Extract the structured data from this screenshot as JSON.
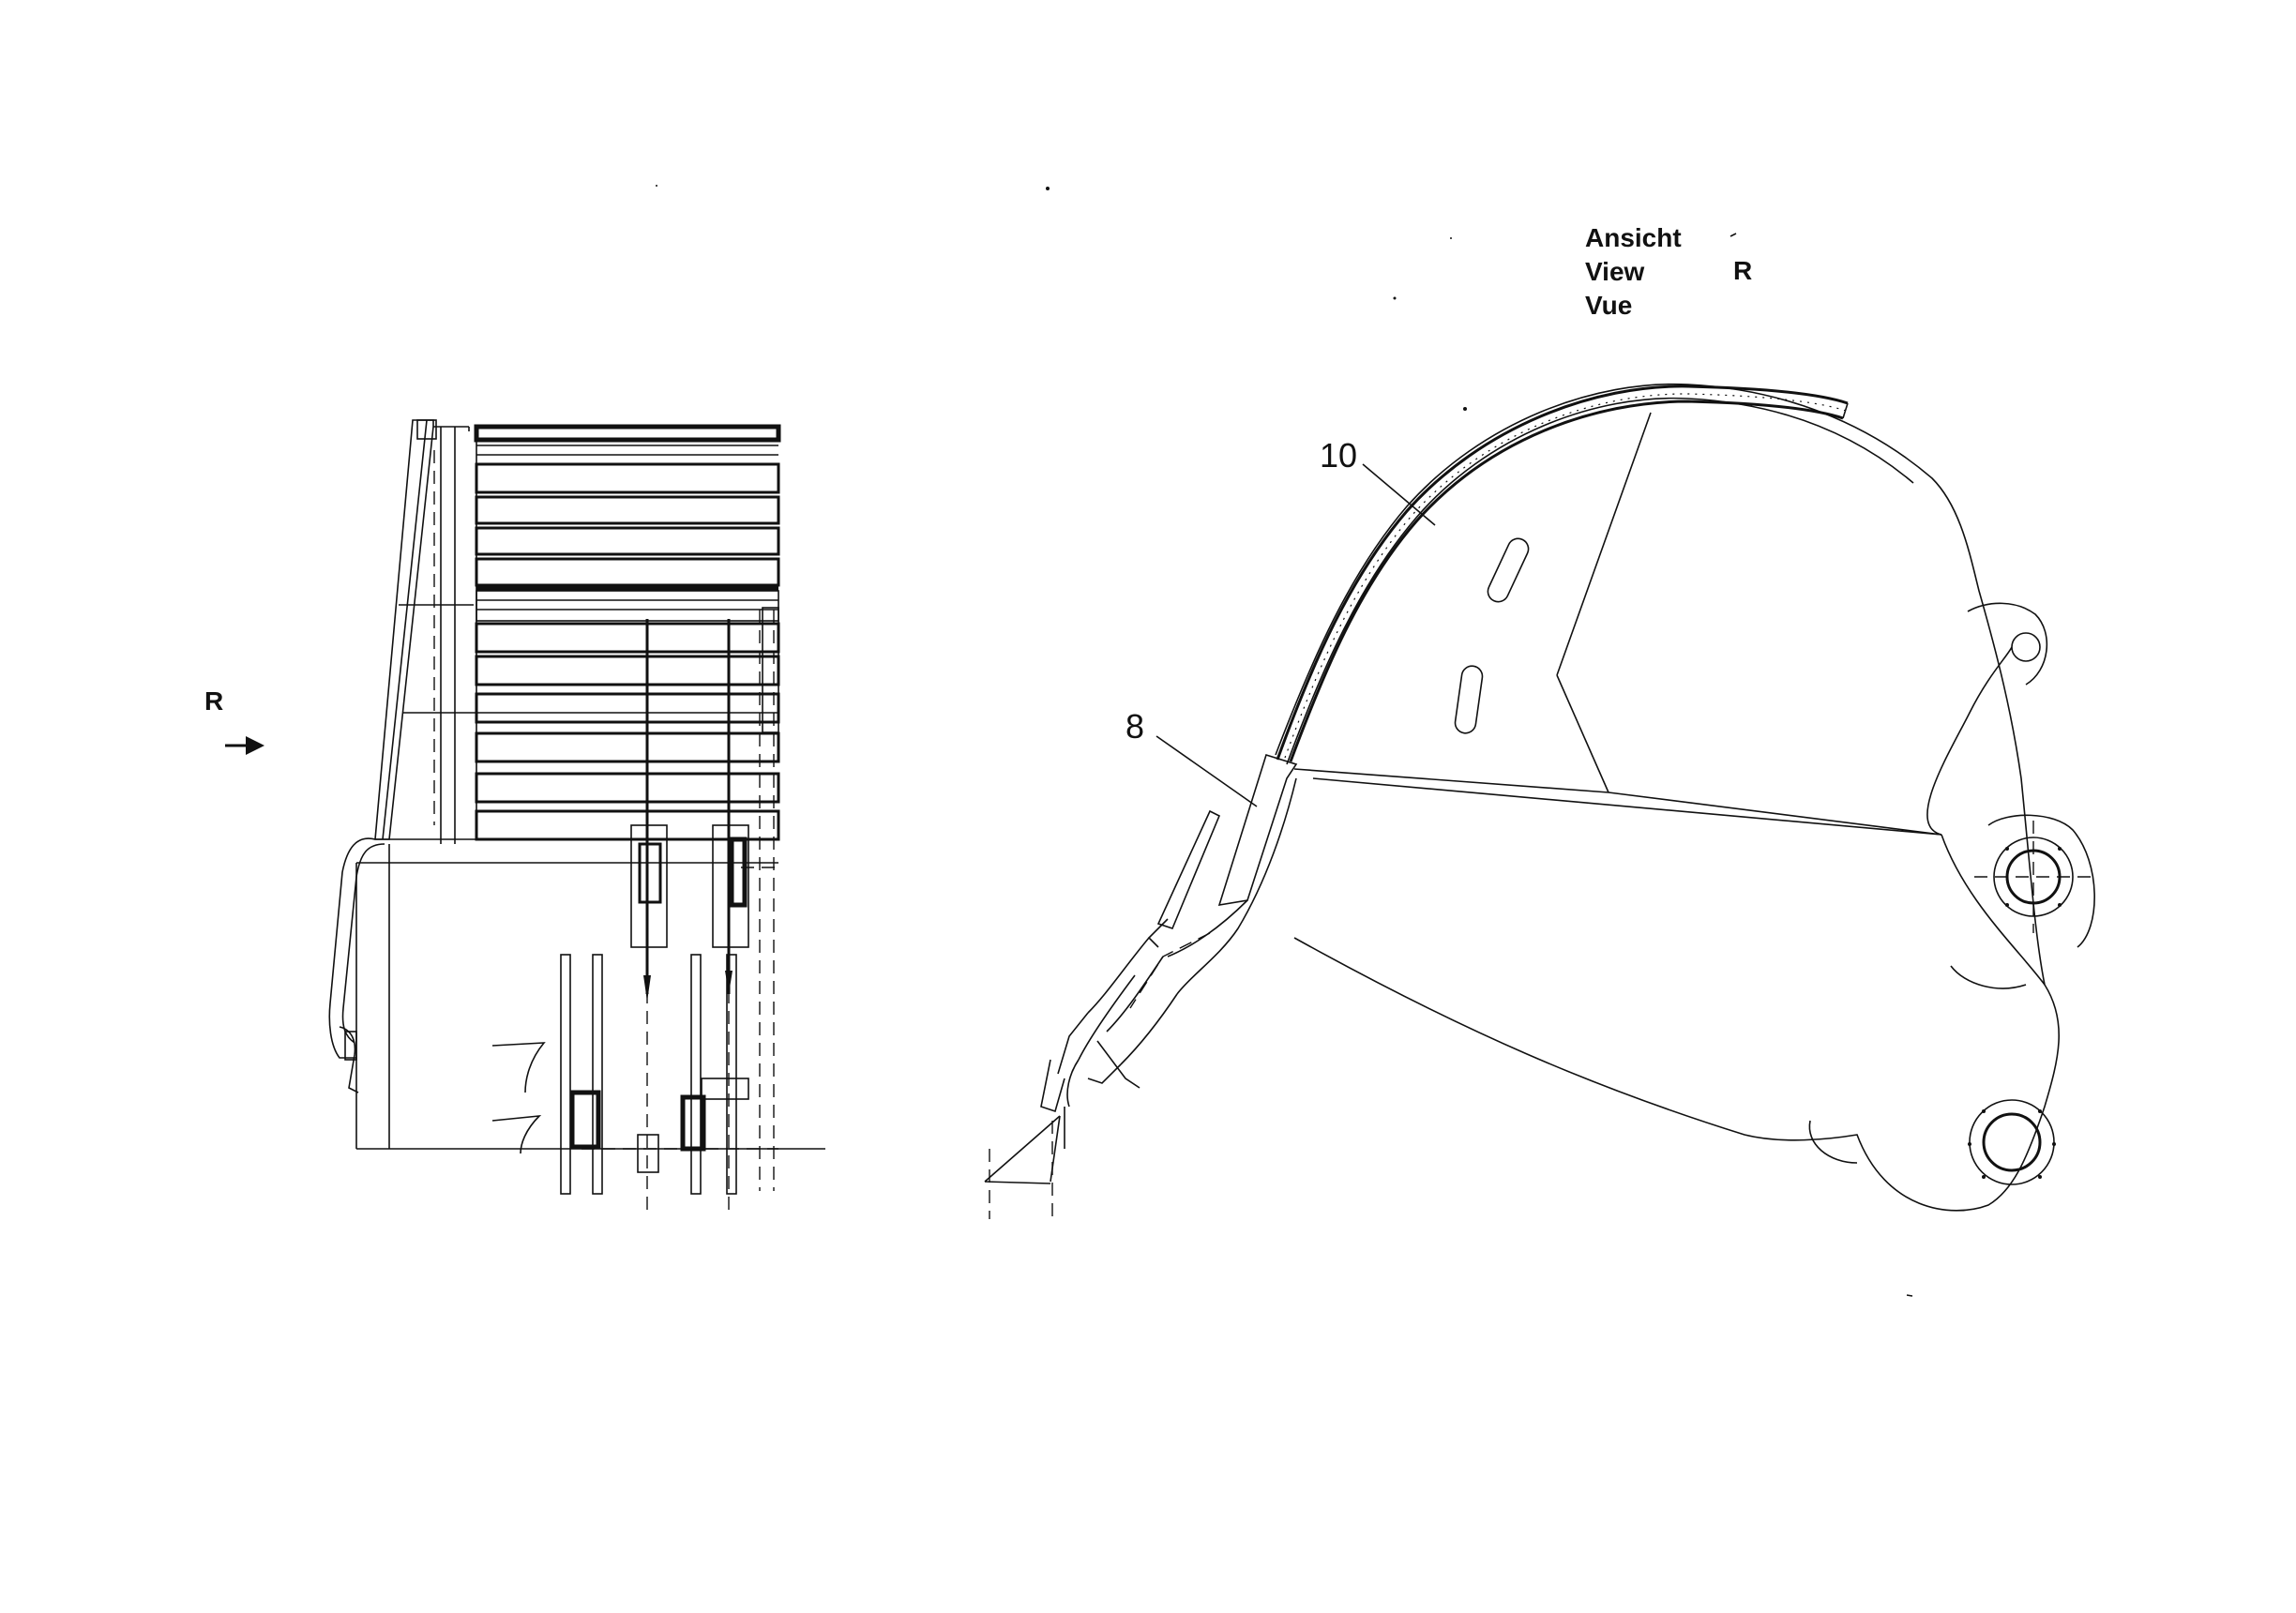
{
  "view_caption": {
    "line_de": "Ansicht",
    "line_en": "View",
    "line_fr": "Vue",
    "view_letter": "R"
  },
  "side_view": {
    "arrow_label": "R"
  },
  "callouts": [
    {
      "id": "cutting-edge",
      "number": "10"
    },
    {
      "id": "tooth-adapter",
      "number": "8"
    }
  ]
}
